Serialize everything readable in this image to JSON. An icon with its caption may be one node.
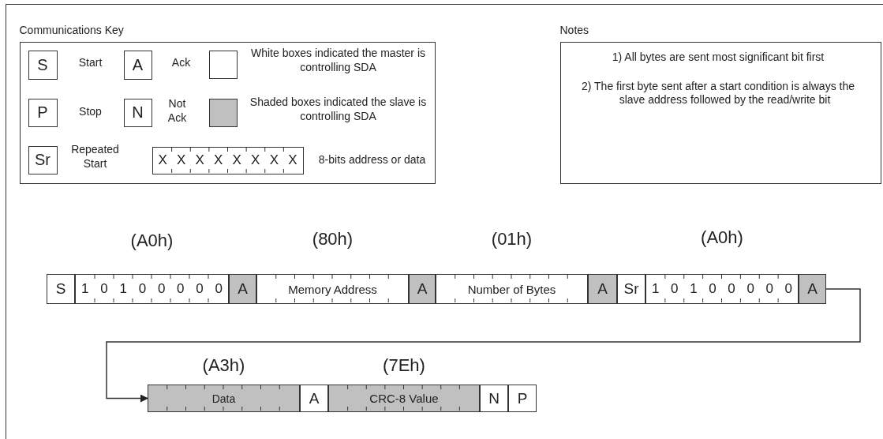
{
  "diagram": {
    "nodes": [
      {
        "text": [
          "Communications Key"
        ]
      },
      {
        "text": [
          "S"
        ],
        "in": 0,
        "beside": [
          "Start"
        ]
      },
      {
        "text": [
          "A"
        ],
        "in": 0,
        "beside": [
          "Ack"
        ]
      },
      {
        "text": [
          "P"
        ],
        "in": 0,
        "beside": [
          "Stop"
        ]
      },
      {
        "text": [
          "N"
        ],
        "in": 0,
        "beside": [
          "Not Ack"
        ]
      },
      {
        "text": [
          "Sr"
        ],
        "in": 0,
        "beside": [
          "Repeated Start"
        ]
      },
      {
        "text": [
          "X X X X X X X X"
        ],
        "in": 0,
        "beside": [
          "8-bits address or data"
        ]
      },
      {
        "text": [
          "Notes",
          "1) All bytes are sent most significant bit first",
          "2) The first byte sent after a start condition is always the slave address followed by the read/write bit"
        ]
      },
      {
        "text": [
          "S"
        ]
      },
      {
        "text": [
          "1 0 1 0 0 0 0 0"
        ],
        "beside": [
          "(A0h)"
        ]
      },
      {
        "text": [
          "A"
        ]
      },
      {
        "text": [
          "Memory Address"
        ],
        "beside": [
          "(80h)"
        ]
      },
      {
        "text": [
          "A"
        ]
      },
      {
        "text": [
          "Number of Bytes"
        ],
        "beside": [
          "(01h)"
        ]
      },
      {
        "text": [
          "A"
        ]
      },
      {
        "text": [
          "Sr"
        ]
      },
      {
        "text": [
          "1 0 1 0 0 0 0 0"
        ],
        "beside": [
          "(A0h)"
        ]
      },
      {
        "text": [
          "A"
        ]
      },
      {
        "text": [
          "Data"
        ],
        "beside": [
          "(A3h)"
        ]
      },
      {
        "text": [
          "A"
        ]
      },
      {
        "text": [
          "CRC-8 Value"
        ],
        "beside": [
          "(7Eh)"
        ]
      },
      {
        "text": [
          "N"
        ]
      },
      {
        "text": [
          "P"
        ]
      }
    ],
    "edges": [
      {
        "from": 17,
        "to": 18,
        "arrow": "to"
      }
    ],
    "legend": [
      {
        "text": "White boxes indicated the master is controlling SDA",
        "color": "#ffffff"
      },
      {
        "text": "Shaded boxes indicated the slave is controlling SDA",
        "color": "#c0c0c0"
      }
    ]
  }
}
